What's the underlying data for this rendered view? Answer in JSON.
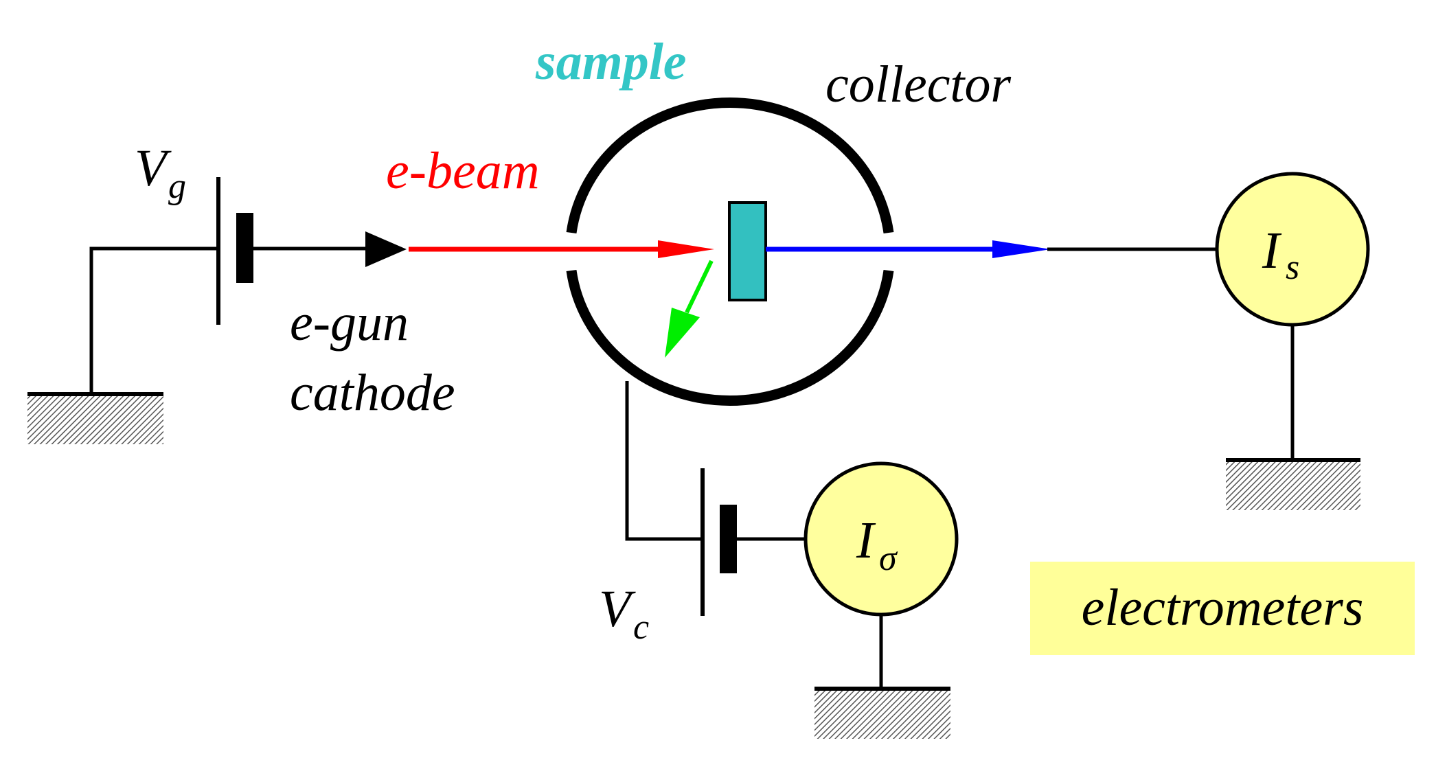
{
  "labels": {
    "sample": "sample",
    "collector": "collector",
    "e_beam": "e-beam",
    "e_gun_line1": "e-gun",
    "e_gun_line2": "cathode",
    "vg_main": "V",
    "vg_sub": "g",
    "vc_main": "V",
    "vc_sub": "c",
    "is_main": "I",
    "is_sub": "s",
    "isigma_main": "I",
    "isigma_sub": "σ",
    "electrometers": "electrometers"
  },
  "colors": {
    "sample_label": "#33c6c6",
    "sample_fill": "#33c0c0",
    "e_beam": "#ff0000",
    "transmitted_beam": "#0000ff",
    "scattered_beam": "#00ee00",
    "meter_fill": "#ffff9e",
    "electrometers_box": "#ffff99",
    "ink": "#000000"
  }
}
